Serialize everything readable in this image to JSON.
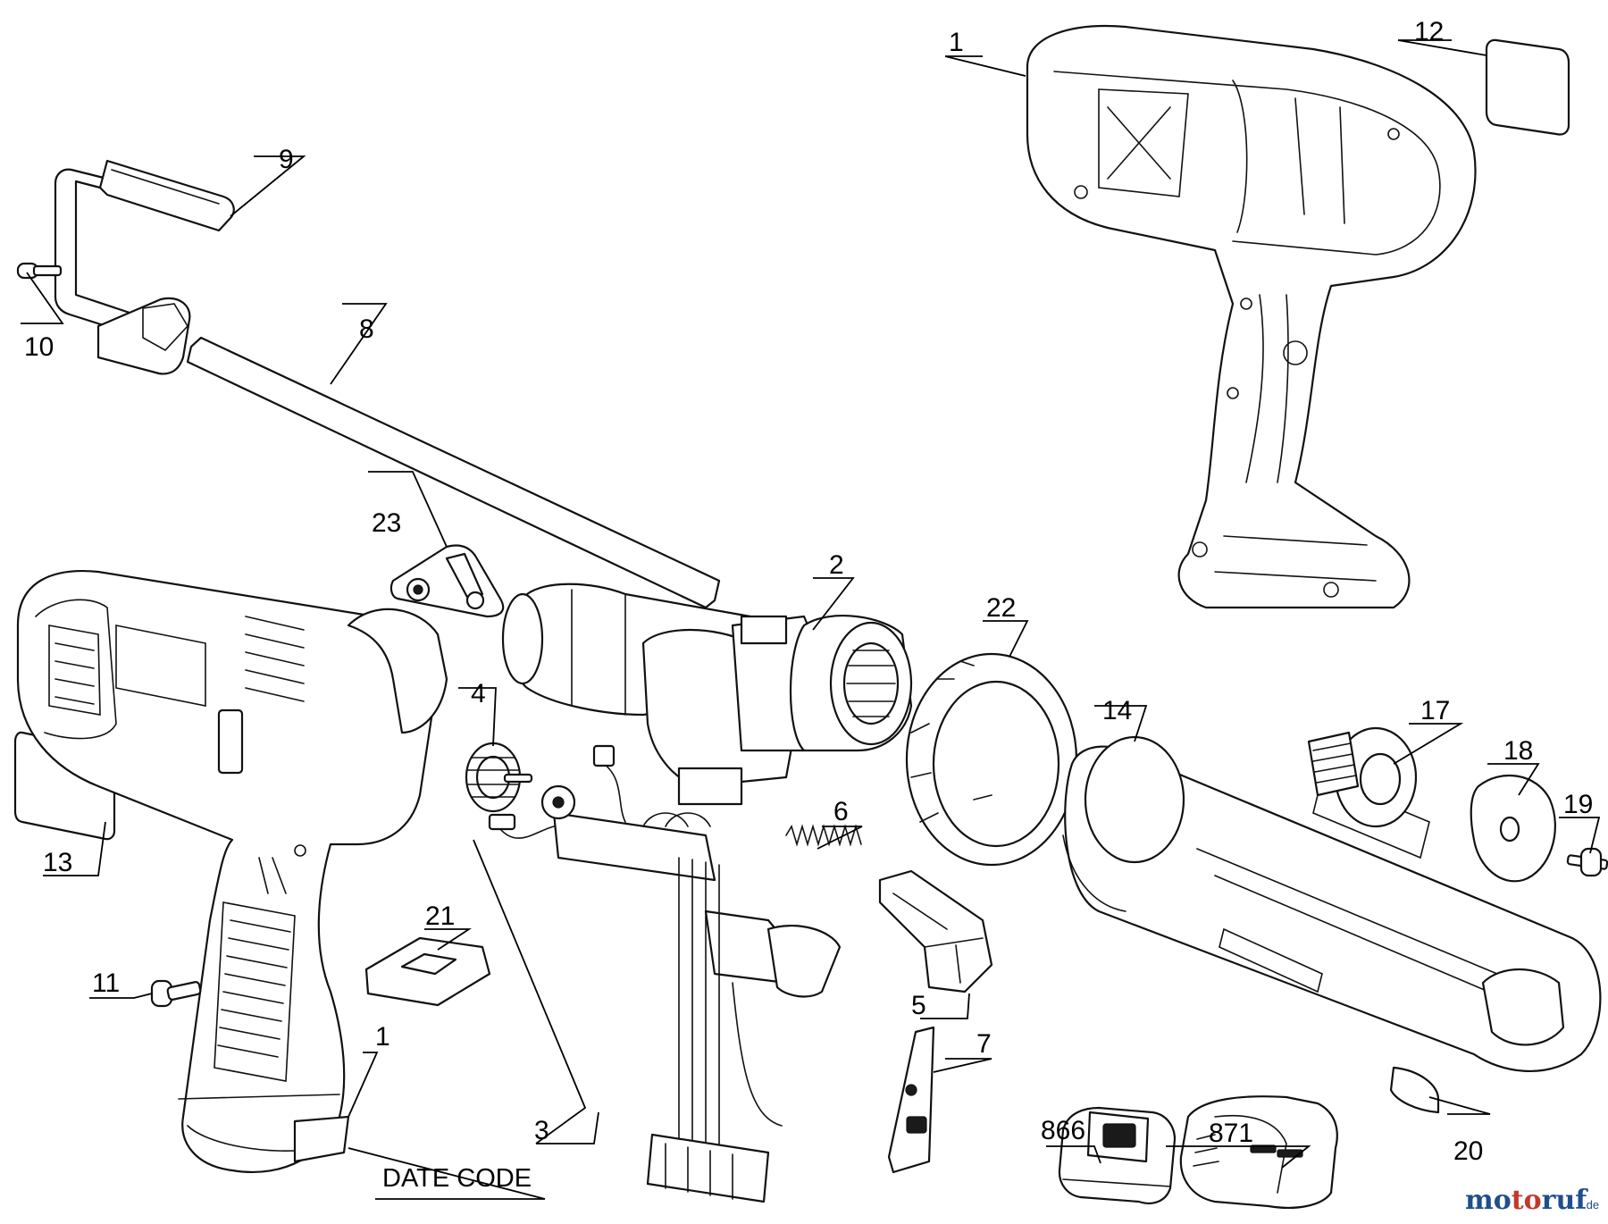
{
  "callouts": {
    "c1_top": "1",
    "c12": "12",
    "c9": "9",
    "c10": "10",
    "c8": "8",
    "c23": "23",
    "c2": "2",
    "c22": "22",
    "c4": "4",
    "c14": "14",
    "c17": "17",
    "c18": "18",
    "c19": "19",
    "c13": "13",
    "c6": "6",
    "c21": "21",
    "c11": "11",
    "c1_bottom": "1",
    "c5": "5",
    "c7": "7",
    "c866": "866",
    "c871": "871",
    "c20": "20",
    "c3": "3"
  },
  "date_code_label": "DATE CODE",
  "watermark": {
    "brand_main": "motoruf",
    "brand_suffix": ".de",
    "colors": {
      "mo": "#1f4e8c",
      "to": "#c0392b",
      "ruf": "#1f4e8c"
    }
  }
}
